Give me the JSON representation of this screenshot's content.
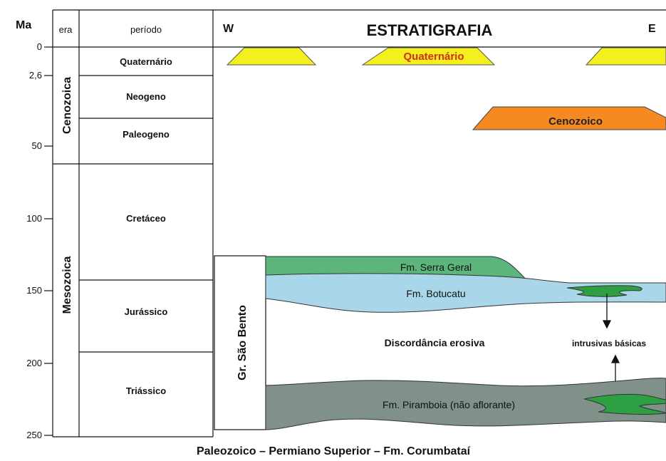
{
  "header": {
    "ma": "Ma",
    "era": "era",
    "periodo": "período",
    "west": "W",
    "title": "ESTRATIGRAFIA",
    "east": "E"
  },
  "ticks": [
    "0",
    "2,6",
    "50",
    "100",
    "150",
    "200",
    "250"
  ],
  "eras": {
    "cenozoic": "Cenozoica",
    "mesozoic": "Mesozoica"
  },
  "periods": {
    "quaternary": "Quaternário",
    "neogene": "Neogeno",
    "paleogene": "Paleogeno",
    "cretaceous": "Cretáceo",
    "jurassic": "Jurássico",
    "triassic": "Triássico"
  },
  "group": "Gr. São Bento",
  "units": {
    "quaternary": "Quaternário",
    "cenozoic": "Cenozoico",
    "serra_geral": "Fm. Serra Geral",
    "botucatu": "Fm. Botucatu",
    "unconformity": "Discordância erosiva",
    "intrusions": "intrusivas básicas",
    "piramboia": "Fm. Piramboia (não aflorante)"
  },
  "footer": "Paleozoico – Permiano Superior – Fm. Corumbataí",
  "colors": {
    "quaternary": "#f4ef1e",
    "cenozoic": "#f58a23",
    "serra_geral": "#5cb57a",
    "botucatu": "#a9d6e8",
    "piramboia": "#7f9188",
    "intrusion": "#2ea043"
  }
}
